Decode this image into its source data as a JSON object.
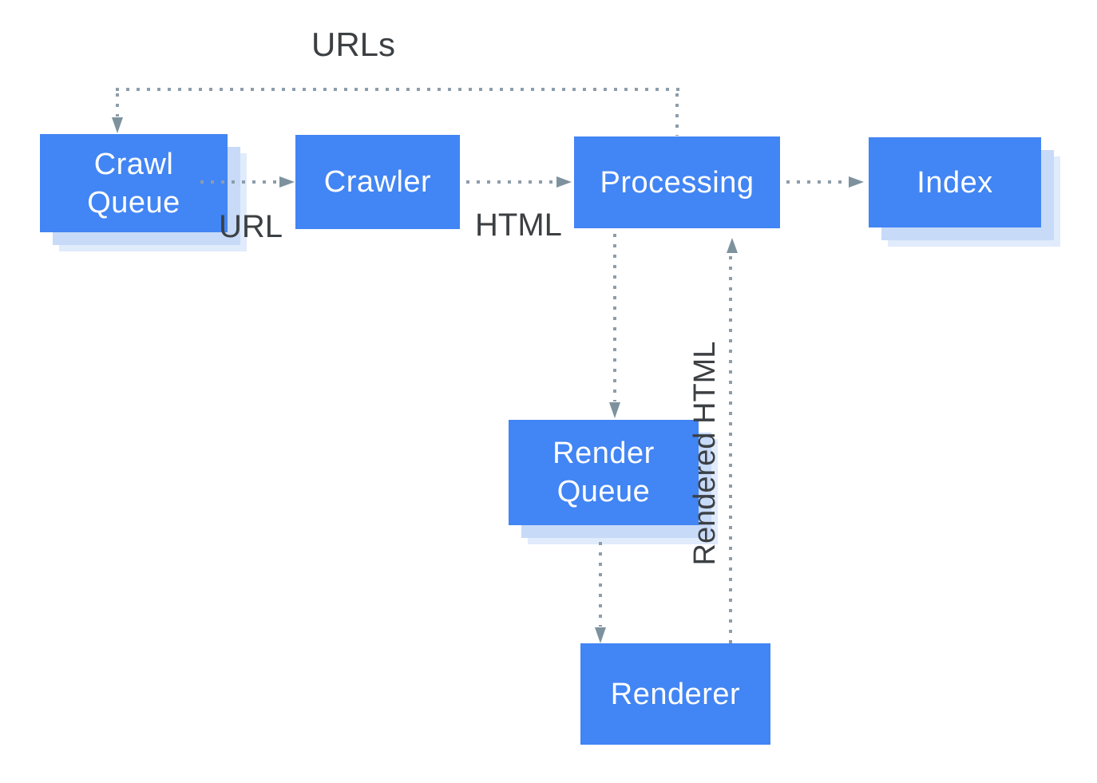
{
  "diagram": {
    "description": "Crawling, rendering and indexing pipeline flow diagram",
    "colors": {
      "background": "#ffffff",
      "node_fill": "#4285f4",
      "node_text": "#ffffff",
      "node_shadow_inner": "#c7daf8",
      "node_shadow_outer": "#e0ebfc",
      "connector_dots": "#8d9dab",
      "arrowhead": "#7e929e",
      "label_text": "#3c4043"
    },
    "nodes": [
      {
        "id": "crawl-queue",
        "label": "Crawl Queue",
        "shadow": true
      },
      {
        "id": "crawler",
        "label": "Crawler",
        "shadow": false
      },
      {
        "id": "processing",
        "label": "Processing",
        "shadow": false
      },
      {
        "id": "index",
        "label": "Index",
        "shadow": true
      },
      {
        "id": "render-queue",
        "label": "Render Queue",
        "shadow": true
      },
      {
        "id": "renderer",
        "label": "Renderer",
        "shadow": false
      }
    ],
    "edges": [
      {
        "from": "crawl-queue",
        "to": "crawler",
        "label": "URL"
      },
      {
        "from": "crawler",
        "to": "processing",
        "label": "HTML"
      },
      {
        "from": "processing",
        "to": "index",
        "label": ""
      },
      {
        "from": "processing",
        "to": "crawl-queue",
        "label": "URLs"
      },
      {
        "from": "processing",
        "to": "render-queue",
        "label": ""
      },
      {
        "from": "render-queue",
        "to": "renderer",
        "label": ""
      },
      {
        "from": "renderer",
        "to": "processing",
        "label": "Rendered HTML"
      }
    ],
    "edge_labels": {
      "urls": "URLs",
      "url": "URL",
      "html": "HTML",
      "rendered_html": "Rendered HTML"
    }
  }
}
